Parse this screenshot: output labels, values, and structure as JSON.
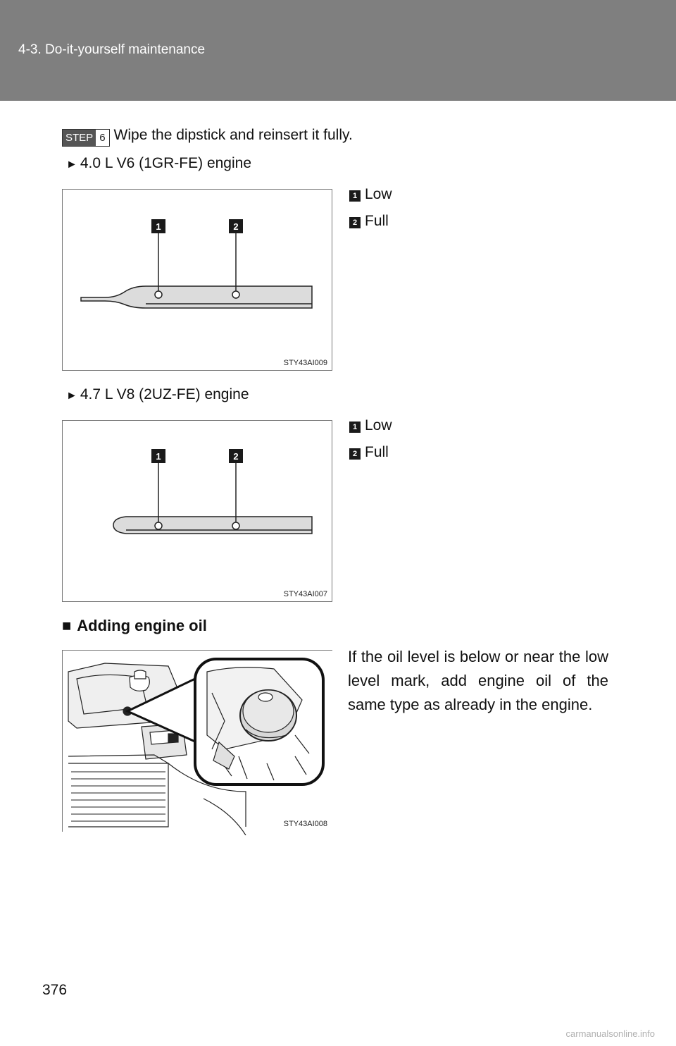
{
  "header": {
    "title": "4-3. Do-it-yourself maintenance"
  },
  "step": {
    "label": "STEP",
    "number": "6",
    "text": "Wipe the dipstick and reinsert it fully."
  },
  "engines": [
    {
      "arrow": "►",
      "name": "4.0 L V6 (1GR-FE) engine",
      "figure_code": "STY43AI009",
      "marker_labels": [
        "1",
        "2"
      ],
      "legend": [
        {
          "num": "1",
          "label": "Low"
        },
        {
          "num": "2",
          "label": "Full"
        }
      ]
    },
    {
      "arrow": "►",
      "name": "4.7 L V8 (2UZ-FE) engine",
      "figure_code": "STY43AI007",
      "marker_labels": [
        "1",
        "2"
      ],
      "legend": [
        {
          "num": "1",
          "label": "Low"
        },
        {
          "num": "2",
          "label": "Full"
        }
      ]
    }
  ],
  "adding_oil": {
    "bullet": "■",
    "title": "Adding engine oil",
    "text": "If the oil level is below or near the low level mark, add engine oil of the same type as already in the engine.",
    "figure_code": "STY43AI008"
  },
  "page_number": "376",
  "watermark": "carmanualsonline.info"
}
